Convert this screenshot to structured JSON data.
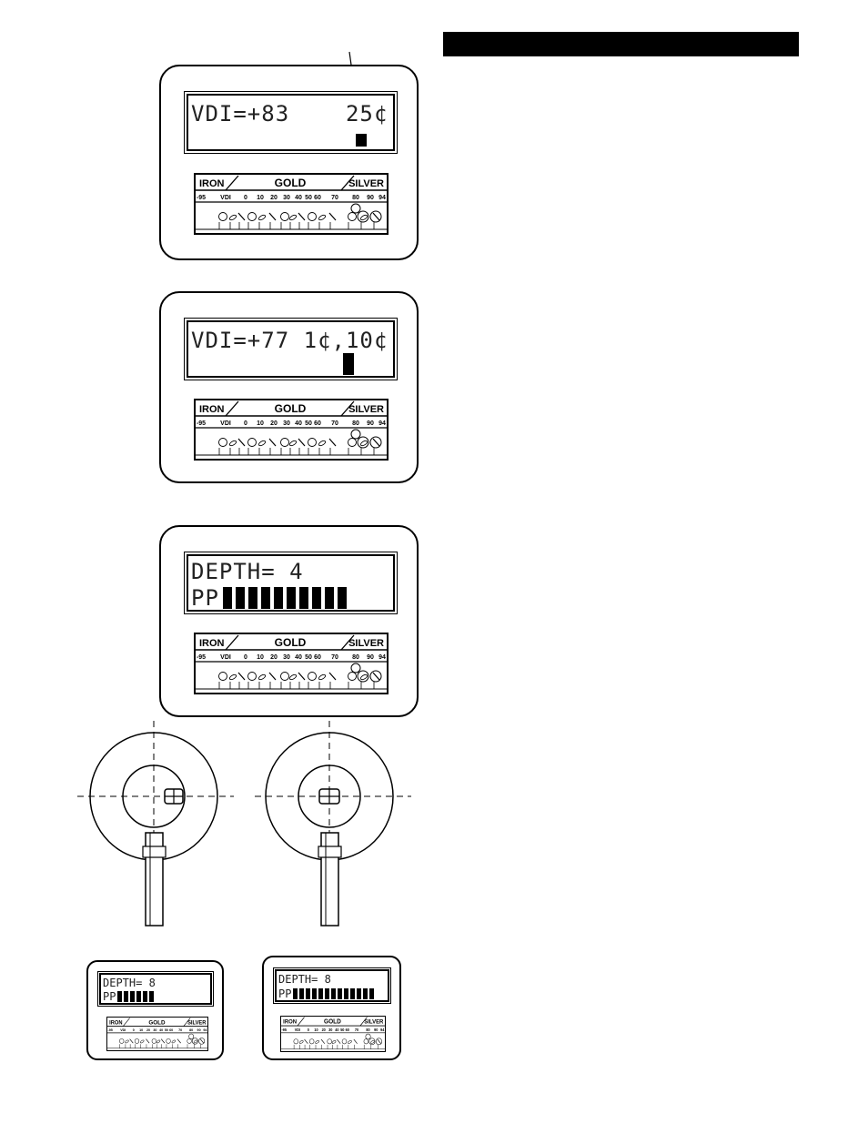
{
  "scale_labels": {
    "iron": "IRON",
    "gold": "GOLD",
    "silver": "SILVER",
    "ticks": [
      "-95",
      "VDI",
      "0",
      "10",
      "20",
      "30",
      "40",
      "50",
      "60",
      "70",
      "80",
      "90",
      "94"
    ]
  },
  "displays": [
    {
      "line1": "VDI=+83    25¢",
      "line2": "",
      "cursor": true
    },
    {
      "line1": "VDI=+77 1¢,10¢",
      "line2": "",
      "cursor": true
    },
    {
      "line1": "DEPTH= 4",
      "line2": "PP",
      "pp_segments": 10
    }
  ],
  "small_displays": [
    {
      "line1": "DEPTH= 8",
      "line2": "PP",
      "pp_segments": 6
    },
    {
      "line1": "DEPTH= 8",
      "line2": "PP",
      "pp_segments": 13
    }
  ],
  "colors": {
    "ink": "#000000",
    "paper": "#ffffff"
  }
}
